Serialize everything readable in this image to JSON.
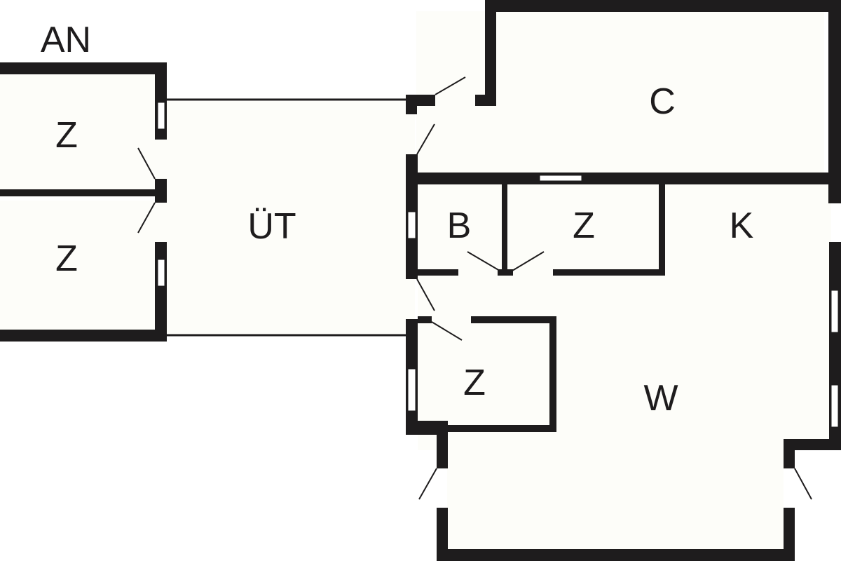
{
  "floorplan": {
    "title": "AN",
    "colors": {
      "wall": "#1e1c1d",
      "floor": "#fdfdf9",
      "background": "#ffffff"
    },
    "rooms": [
      {
        "id": "z1",
        "label": "Z"
      },
      {
        "id": "z2",
        "label": "Z"
      },
      {
        "id": "ut",
        "label": "ÜT"
      },
      {
        "id": "c",
        "label": "C"
      },
      {
        "id": "b",
        "label": "B"
      },
      {
        "id": "z3",
        "label": "Z"
      },
      {
        "id": "k",
        "label": "K"
      },
      {
        "id": "z4",
        "label": "Z"
      },
      {
        "id": "w",
        "label": "W"
      }
    ]
  }
}
